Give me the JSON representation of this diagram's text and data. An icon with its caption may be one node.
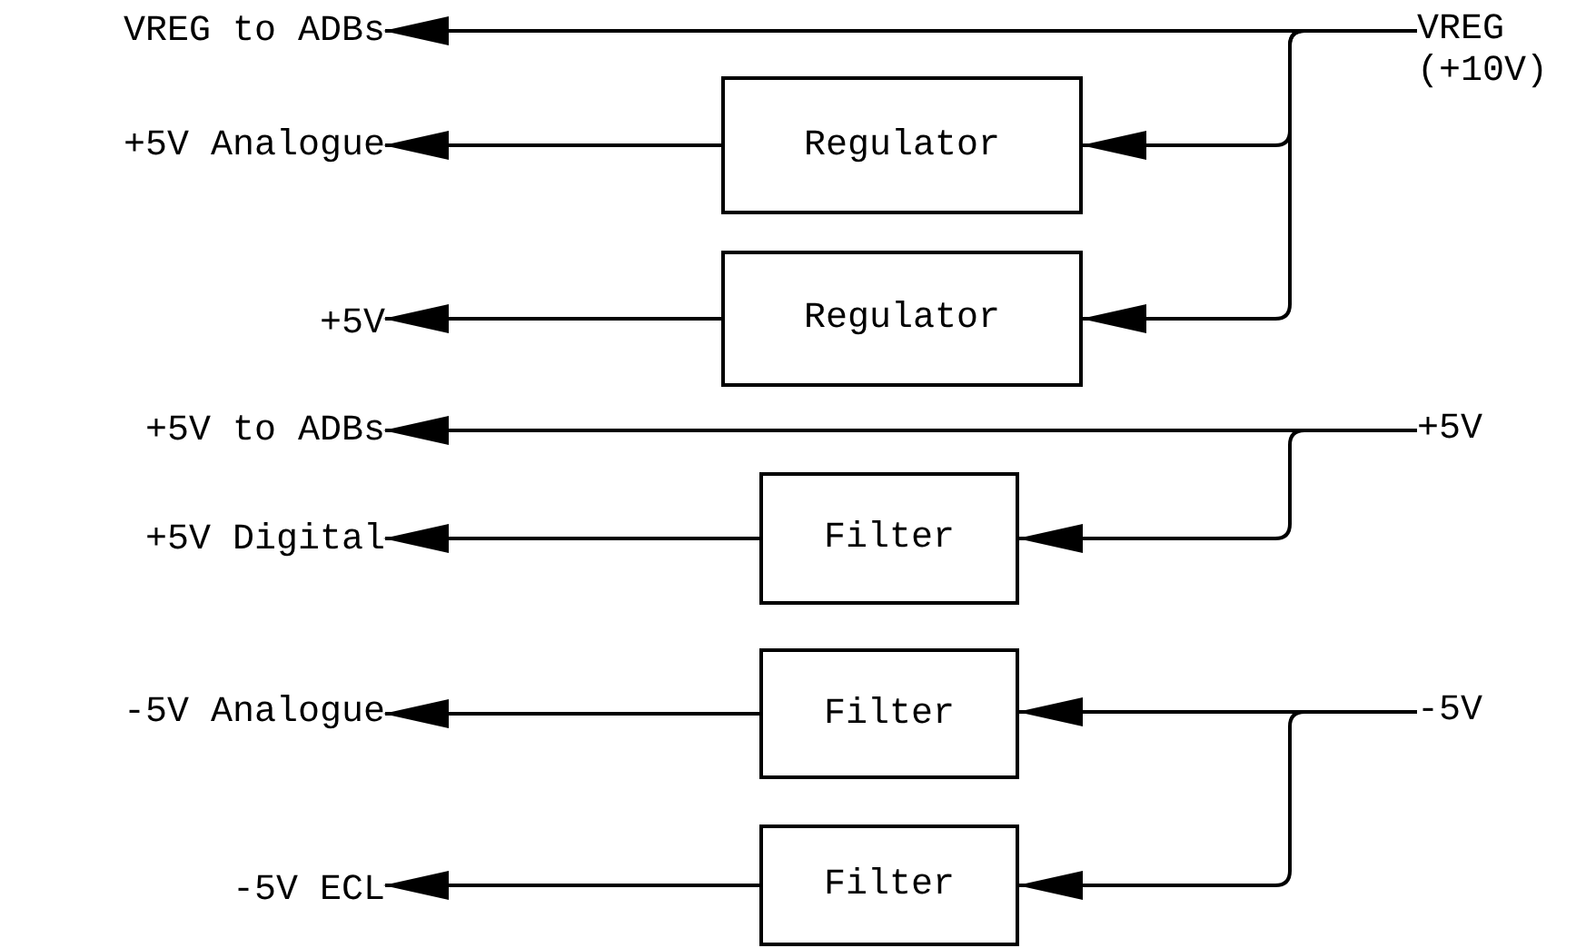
{
  "diagram": {
    "nodes": [
      {
        "text": [
          "VREG to ADBs"
        ]
      },
      {
        "text": [
          "+5V Analogue"
        ]
      },
      {
        "text": [
          "+5V"
        ]
      },
      {
        "text": [
          "+5V to ADBs"
        ]
      },
      {
        "text": [
          "+5V Digital"
        ]
      },
      {
        "text": [
          "-5V Analogue"
        ]
      },
      {
        "text": [
          "-5V ECL"
        ]
      },
      {
        "text": [
          "Regulator"
        ]
      },
      {
        "text": [
          "Regulator"
        ]
      },
      {
        "text": [
          "Filter"
        ]
      },
      {
        "text": [
          "Filter"
        ]
      },
      {
        "text": [
          "Filter"
        ]
      },
      {
        "text": [
          "VREG (+10V)"
        ]
      },
      {
        "text": [
          "+5V"
        ]
      },
      {
        "text": [
          "-5V"
        ]
      }
    ],
    "edges": [
      {
        "from": 12,
        "to": 0,
        "arrow": "to"
      },
      {
        "from": 12,
        "to": 7,
        "arrow": "to"
      },
      {
        "from": 12,
        "to": 8,
        "arrow": "to"
      },
      {
        "from": 7,
        "to": 1,
        "arrow": "to"
      },
      {
        "from": 8,
        "to": 2,
        "arrow": "to"
      },
      {
        "from": 13,
        "to": 3,
        "arrow": "to"
      },
      {
        "from": 13,
        "to": 9,
        "arrow": "to"
      },
      {
        "from": 9,
        "to": 4,
        "arrow": "to"
      },
      {
        "from": 14,
        "to": 10,
        "arrow": "to"
      },
      {
        "from": 14,
        "to": 11,
        "arrow": "to"
      },
      {
        "from": 10,
        "to": 5,
        "arrow": "to"
      },
      {
        "from": 11,
        "to": 6,
        "arrow": "to"
      }
    ]
  }
}
